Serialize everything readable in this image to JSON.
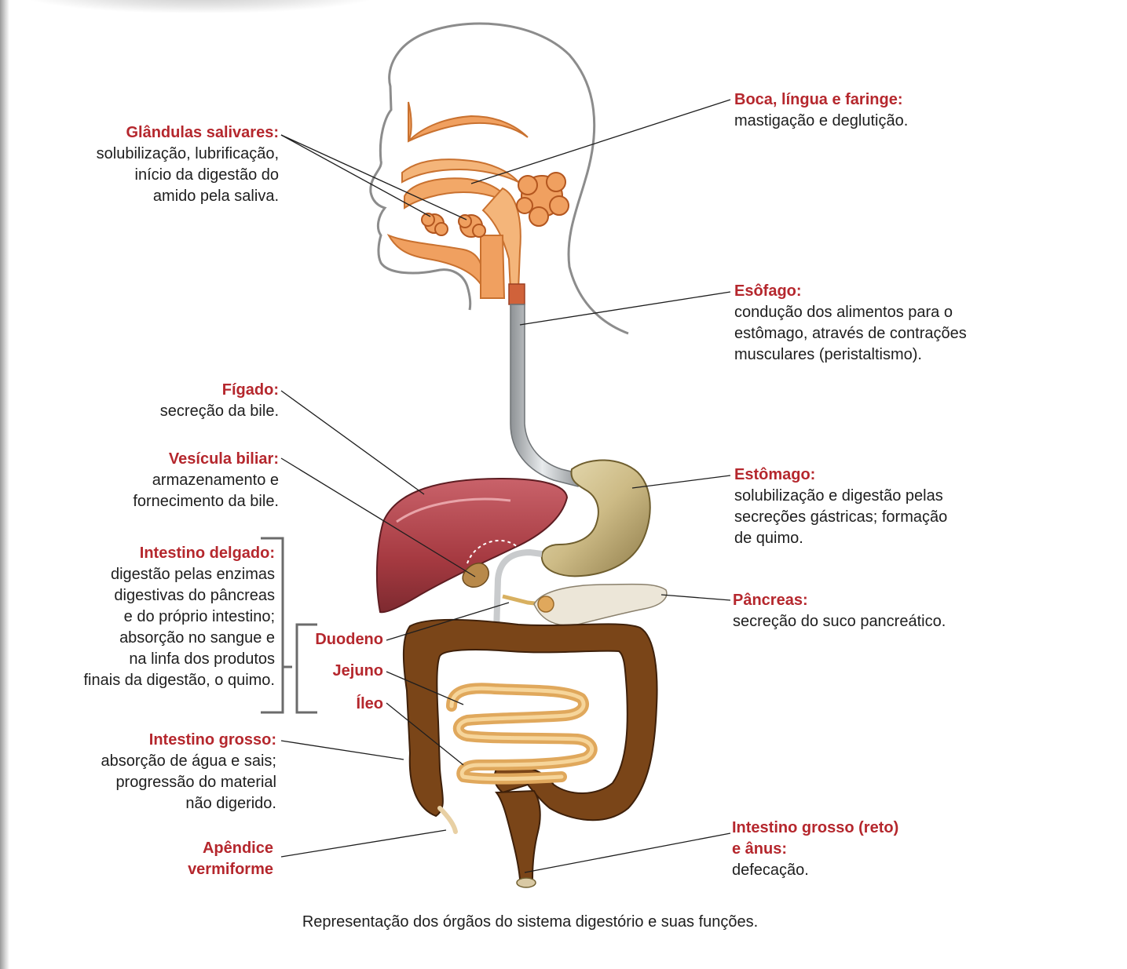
{
  "labels": {
    "glandulas": {
      "title": "Glândulas salivares:",
      "desc": "solubilização, lubrificação,\ninício da digestão do\namido pela saliva."
    },
    "boca": {
      "title": "Boca, língua e faringe:",
      "desc": "mastigação e deglutição."
    },
    "esofago": {
      "title": "Esôfago:",
      "desc": "condução dos alimentos para o\nestômago, através de contrações\nmusculares (peristaltismo)."
    },
    "figado": {
      "title": "Fígado:",
      "desc": "secreção da bile."
    },
    "vesicula": {
      "title": "Vesícula biliar:",
      "desc": "armazenamento e\nfornecimento da bile."
    },
    "estomago": {
      "title": "Estômago:",
      "desc": "solubilização e digestão pelas\nsecreções gástricas; formação\nde quimo."
    },
    "delgado": {
      "title": "Intestino delgado:",
      "desc": "digestão pelas enzimas\ndigestivas do pâncreas\ne do próprio intestino;\nabsorção no sangue e\nna linfa dos produtos\nfinais da digestão, o quimo."
    },
    "pancreas": {
      "title": "Pâncreas:",
      "desc": "secreção do suco pancreático."
    },
    "duodeno": {
      "title": "Duodeno"
    },
    "jejuno": {
      "title": "Jejuno"
    },
    "ileo": {
      "title": "Íleo"
    },
    "grosso": {
      "title": "Intestino grosso:",
      "desc": "absorção de água e sais;\nprogressão do material\nnão digerido."
    },
    "apendice": {
      "title": "Apêndice\nvermiforme"
    },
    "reto": {
      "title": "Intestino grosso (reto)\ne ânus:",
      "desc": "defecação."
    }
  },
  "caption": "Representação dos órgãos do sistema digestório e suas funções.",
  "colors": {
    "label_title": "#b5272d",
    "liver": "#a83a3f",
    "intestine": "#7a4518",
    "small_intestine": "#e0a85c",
    "esophagus": "#b9bcbe",
    "oral_tissue": "#f0a060"
  }
}
